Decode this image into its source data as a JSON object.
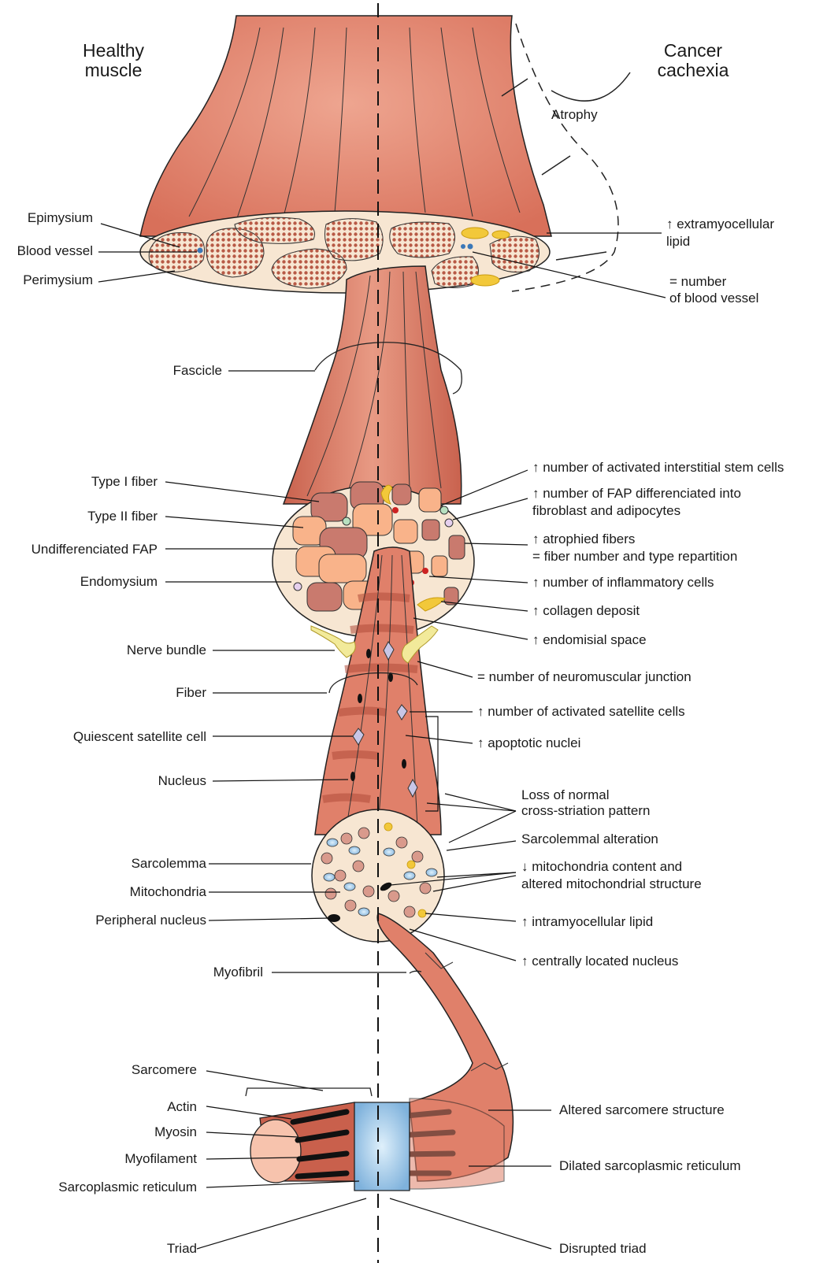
{
  "titles": {
    "healthy_line1": "Healthy",
    "healthy_line2": "muscle",
    "cancer_line1": "Cancer",
    "cancer_line2": "cachexia"
  },
  "left_labels": {
    "epimysium": "Epimysium",
    "blood_vessel": "Blood vessel",
    "perimysium": "Perimysium",
    "fascicle": "Fascicle",
    "type1": "Type I fiber",
    "type2": "Type II fiber",
    "fap": "Undifferenciated FAP",
    "endomysium": "Endomysium",
    "nerve": "Nerve bundle",
    "fiber": "Fiber",
    "satellite": "Quiescent satellite cell",
    "nucleus": "Nucleus",
    "sarcolemma": "Sarcolemma",
    "mitochondria": "Mitochondria",
    "peripheral_nucleus": "Peripheral nucleus",
    "myofibril": "Myofibril",
    "sarcomere": "Sarcomere",
    "actin": "Actin",
    "myosin": "Myosin",
    "myofilament": "Myofilament",
    "sr": "Sarcoplasmic reticulum",
    "triad": "Triad"
  },
  "right_labels": {
    "atrophy": "Atrophy",
    "lipid_1": "↑ extramyocellular",
    "lipid_2": "lipid",
    "vessels_1": "= number",
    "vessels_2": "of blood vessel",
    "stem": "↑ number of activated interstitial stem cells",
    "fap_1": "↑ number of FAP differenciated into",
    "fap_2": "fibroblast and adipocytes",
    "atrophied_1": "↑ atrophied fibers",
    "atrophied_2": "= fiber number and type repartition",
    "inflammatory": "↑ number of inflammatory cells",
    "collagen": "↑ collagen deposit",
    "endomisial": "↑ endomisial space",
    "nmj": "= number of neuromuscular junction",
    "satellite": "↑ number of activated satellite cells",
    "apoptotic": "↑ apoptotic nuclei",
    "loss_1": "Loss of normal",
    "loss_2": "cross-striation pattern",
    "sarcolemmal": "Sarcolemmal alteration",
    "mito_1": "↓ mitochondria content and",
    "mito_2": "altered mitochondrial structure",
    "intramyo": "↑ intramyocellular lipid",
    "central": "↑ centrally located nucleus",
    "altered_sarcomere": "Altered sarcomere structure",
    "dilated_sr": "Dilated sarcoplasmic reticulum",
    "disrupted_triad": "Disrupted triad"
  },
  "colors": {
    "muscle": "#e0806a",
    "muscle_dark": "#c9604c",
    "tissue_bg": "#f7e6d2",
    "fiber_healthy": "#c97a6e",
    "fiber_light": "#f9b38a",
    "sr_blue": "#9cc6e6",
    "lipid": "#f2c83a",
    "nerve": "#f2ea9a"
  }
}
